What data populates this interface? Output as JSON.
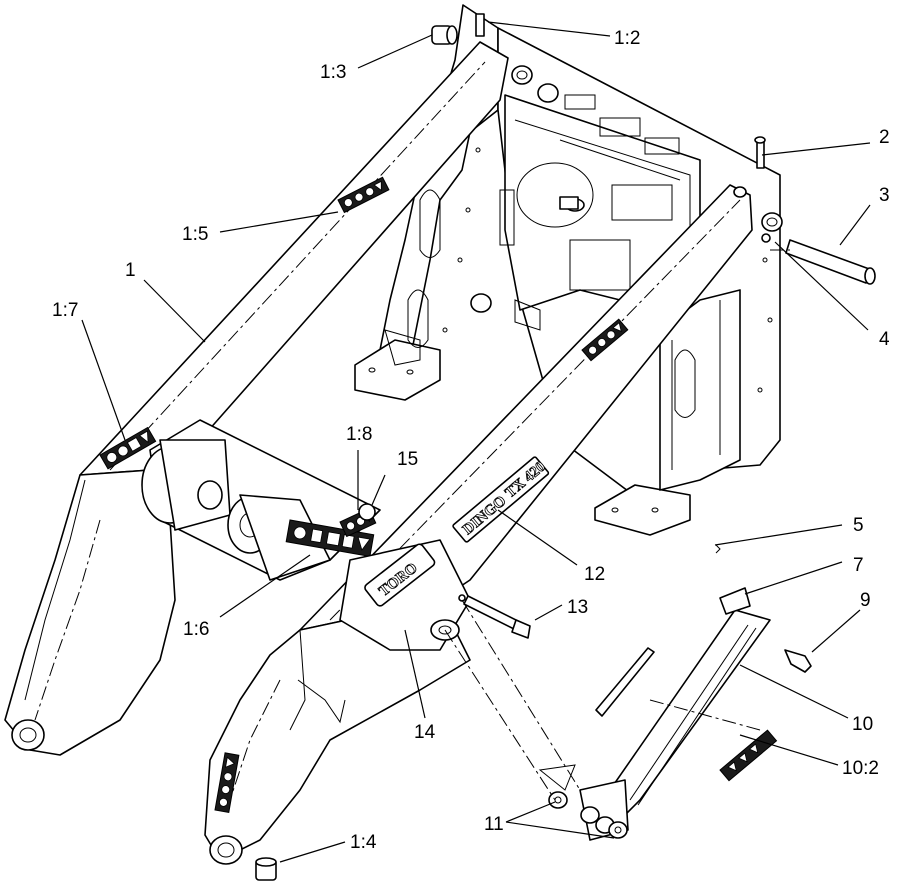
{
  "diagram": {
    "callouts": {
      "c1_2": "1:2",
      "c1_3": "1:3",
      "c2": "2",
      "c3": "3",
      "c4": "4",
      "c1_5": "1:5",
      "c1": "1",
      "c1_7": "1:7",
      "c1_8": "1:8",
      "c15": "15",
      "c5": "5",
      "c7": "7",
      "c9": "9",
      "c12": "12",
      "c13": "13",
      "c1_6": "1:6",
      "c14": "14",
      "c10": "10",
      "c10_2": "10:2",
      "c11": "11",
      "c1_4": "1:4"
    },
    "labels": {
      "brand": "TORO",
      "model": "DINGO",
      "model_series": "TX 420"
    },
    "colors": {
      "line": "#000000",
      "background": "#ffffff",
      "decal": "#1a1a1a"
    }
  }
}
